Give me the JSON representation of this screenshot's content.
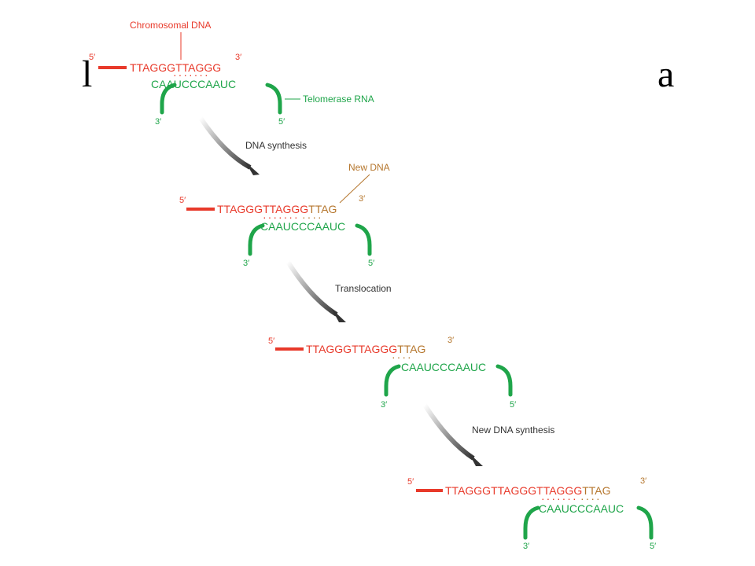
{
  "title_fragments": {
    "left": "l",
    "right": "a"
  },
  "labels": {
    "chromosomal_dna": "Chromosomal DNA",
    "telomerase_rna": "Telomerase RNA",
    "new_dna": "New DNA"
  },
  "steps": [
    {
      "dna_old": "TTAGGGTTAGGG",
      "dna_new": "",
      "rna": "CAAUCCCAAUC",
      "five": "5′",
      "three": "3′",
      "rna_three": "3′",
      "rna_five": "5′"
    },
    {
      "dna_old": "TTAGGGTTAGGG",
      "dna_new": "TTAG",
      "rna": "CAAUCCCAAUC",
      "five": "5′",
      "three": "3′",
      "rna_three": "3′",
      "rna_five": "5′"
    },
    {
      "dna_old": "TTAGGGTTAGGG",
      "dna_new": "TTAG",
      "rna": "CAAUCCCAAUC",
      "five": "5′",
      "three": "3′",
      "rna_three": "3′",
      "rna_five": "5′"
    },
    {
      "dna_old": "TTAGGGTTAGGGTTAGGG",
      "dna_new": "TTAG",
      "rna": "CAAUCCCAAUC",
      "five": "5′",
      "three": "3′",
      "rna_three": "3′",
      "rna_five": "5′"
    }
  ],
  "arrows": [
    {
      "label": "DNA synthesis"
    },
    {
      "label": "Translocation"
    },
    {
      "label": "New DNA synthesis"
    }
  ],
  "colors": {
    "dna_old": "#e8392a",
    "dna_new": "#b5762d",
    "rna": "#1fa54a",
    "text": "#333333",
    "arrow": "#444444"
  }
}
